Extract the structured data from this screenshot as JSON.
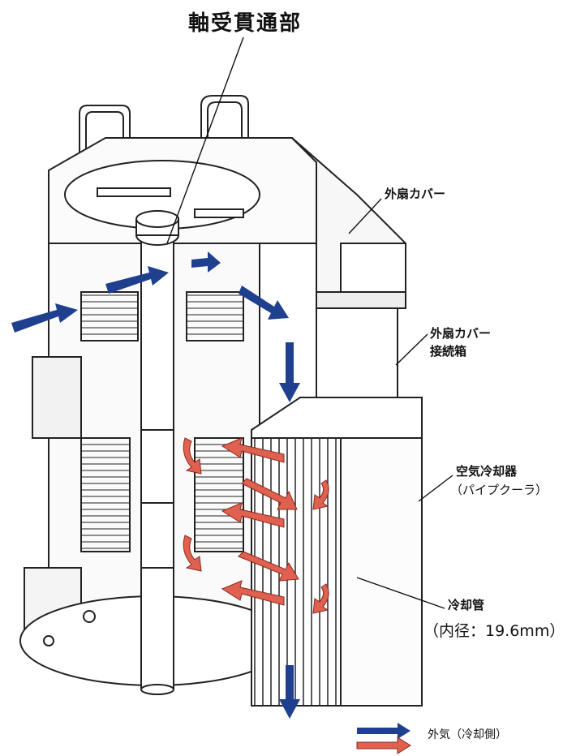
{
  "labels": {
    "bearing_penetration": "軸受貫通部",
    "outer_fan_cover": "外扇カバー",
    "outer_fan_cover_box_line1": "外扇カバー",
    "outer_fan_cover_box_line2": "接続箱",
    "air_cooler_line1": "空気冷却器",
    "air_cooler_line2": "（パイプクーラ）",
    "cooling_tube_line1": "冷却管",
    "cooling_tube_line2": "（内径：19.6mm）"
  },
  "legend": {
    "outside_air": "外気（冷却側）"
  },
  "colors": {
    "outside_air_arrow": "#1f3f8f",
    "internal_air_arrow": "#e0614f",
    "line": "#222222"
  }
}
